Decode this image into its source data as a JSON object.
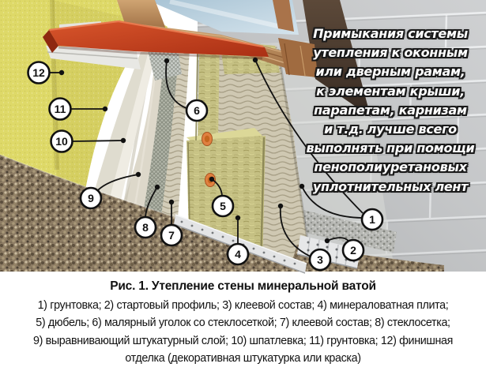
{
  "figure": {
    "annotation": [
      "Примыкания системы",
      "утепления к оконным",
      "или дверным рамам,",
      "к элементам крыши,",
      "парапетам, карнизам",
      "и т.д. лучше всего",
      "выполнять при помощи",
      "пенополиуретановых",
      "уплотнительных лент"
    ],
    "callouts": [
      "1",
      "2",
      "3",
      "4",
      "5",
      "6",
      "7",
      "8",
      "9",
      "10",
      "11",
      "12"
    ]
  },
  "caption": {
    "title": "Рис. 1. Утепление стены минеральной ватой",
    "lines": [
      "1) грунтовка; 2) стартовый профиль; 3) клеевой состав; 4) минераловатная плита;",
      "5) дюбель; 6) малярный уголок со стеклосеткой; 7) клеевой состав; 8) стеклосетка;",
      "9) выравнивающий штукатурный слой; 10) шпатлевка; 11) грунтовка; 12) финишная",
      "отделка (декоративная штукатурка или краска)"
    ]
  },
  "colors": {
    "sill_red": "#c23c1e",
    "finish_yellow": "#ded968",
    "mineral_wool": "#c5c083",
    "block_wall_gray": "#c6c8ca",
    "gravel_brown": "#8d7c64",
    "dowel_orange": "#e08040",
    "window_wood": "#b58a5e"
  }
}
